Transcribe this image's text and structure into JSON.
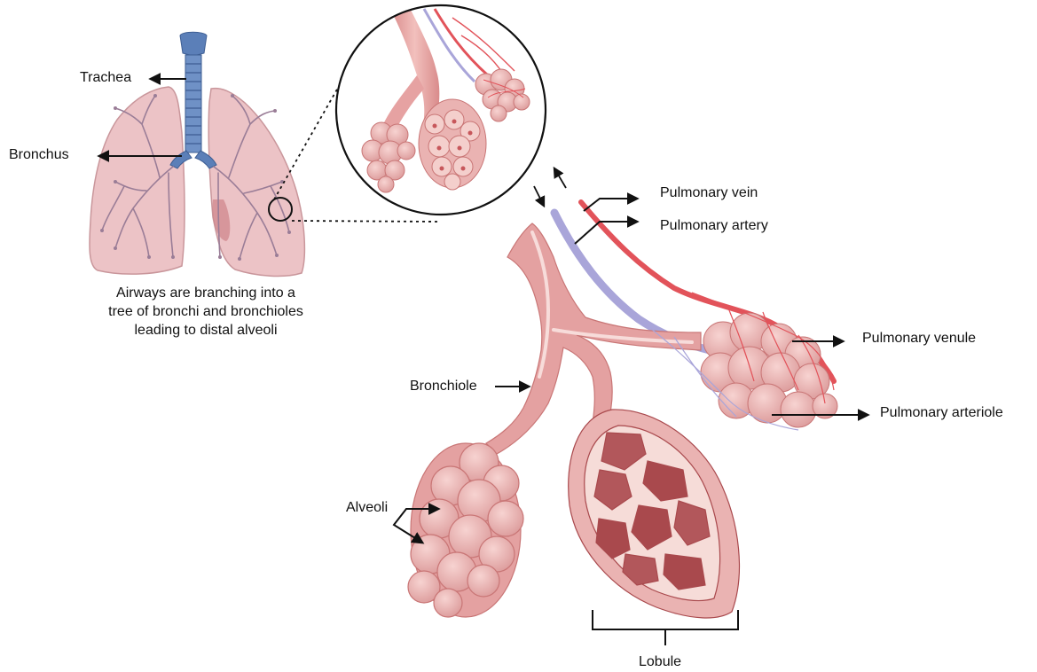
{
  "labels": {
    "trachea": "Trachea",
    "bronchus": "Bronchus",
    "pulmonary_vein": "Pulmonary vein",
    "pulmonary_artery": "Pulmonary artery",
    "pulmonary_venule": "Pulmonary venule",
    "pulmonary_arteriole": "Pulmonary arteriole",
    "bronchiole": "Bronchiole",
    "alveoli": "Alveoli",
    "lobule": "Lobule"
  },
  "caption": [
    "Airways are  branching into a",
    "tree of bronchi and bronchioles",
    "leading to distal alveoli"
  ],
  "colors": {
    "lung_fill": "#ecc3c6",
    "lung_stroke": "#c9969b",
    "trachea": "#5b7fb8",
    "airway_tree": "#9a7d97",
    "bronchiole_tissue": "#e4a1a1",
    "alveoli_fill": "#eab3b2",
    "alveoli_dark": "#a9494d",
    "artery_red": "#e2535a",
    "vein_purple": "#a9a5d9",
    "arrow": "#111111"
  }
}
